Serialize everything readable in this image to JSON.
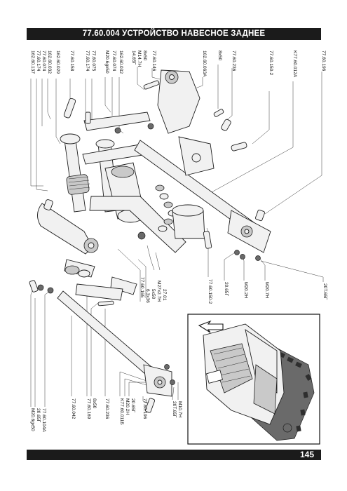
{
  "header": {
    "title": "77.60.004 УСТРОЙСТВО НАВЕСНОЕ ЗАДНЕЕ"
  },
  "footer": {
    "page_number": "145"
  },
  "labels": {
    "top": [
      "162.60.137",
      "77.60.174",
      "77.60.074",
      "162.60.032",
      "162.60.029",
      "77.60.158",
      "77.60.174",
      "77.60.075",
      "M20.6gx50",
      "77.60.074",
      "162.60.032",
      "14.65Г",
      "M14.7H",
      "8x50",
      "77.60.146",
      "162.60.063A",
      "8x50",
      "77.60.236",
      "77.60.150-2",
      "K77.60.012A",
      "77.60.196"
    ],
    "middle": [
      "77.60.165",
      "6.3x36",
      "5x50",
      "M27x2.7H",
      "27.01",
      "77.60.150-2",
      "20.65Г",
      "M20.2H",
      "M20.7H",
      "20T.65Г"
    ],
    "bottom": [
      "M20.6gx50",
      "20.65Г",
      "77.60.104A",
      "77.60.042",
      "77.60.169",
      "8x50",
      "77.60.236",
      "K77.60.011Б",
      "M20.2H",
      "20.65Г",
      "77.60.196",
      "20T.65Г",
      "M10.7H"
    ]
  }
}
